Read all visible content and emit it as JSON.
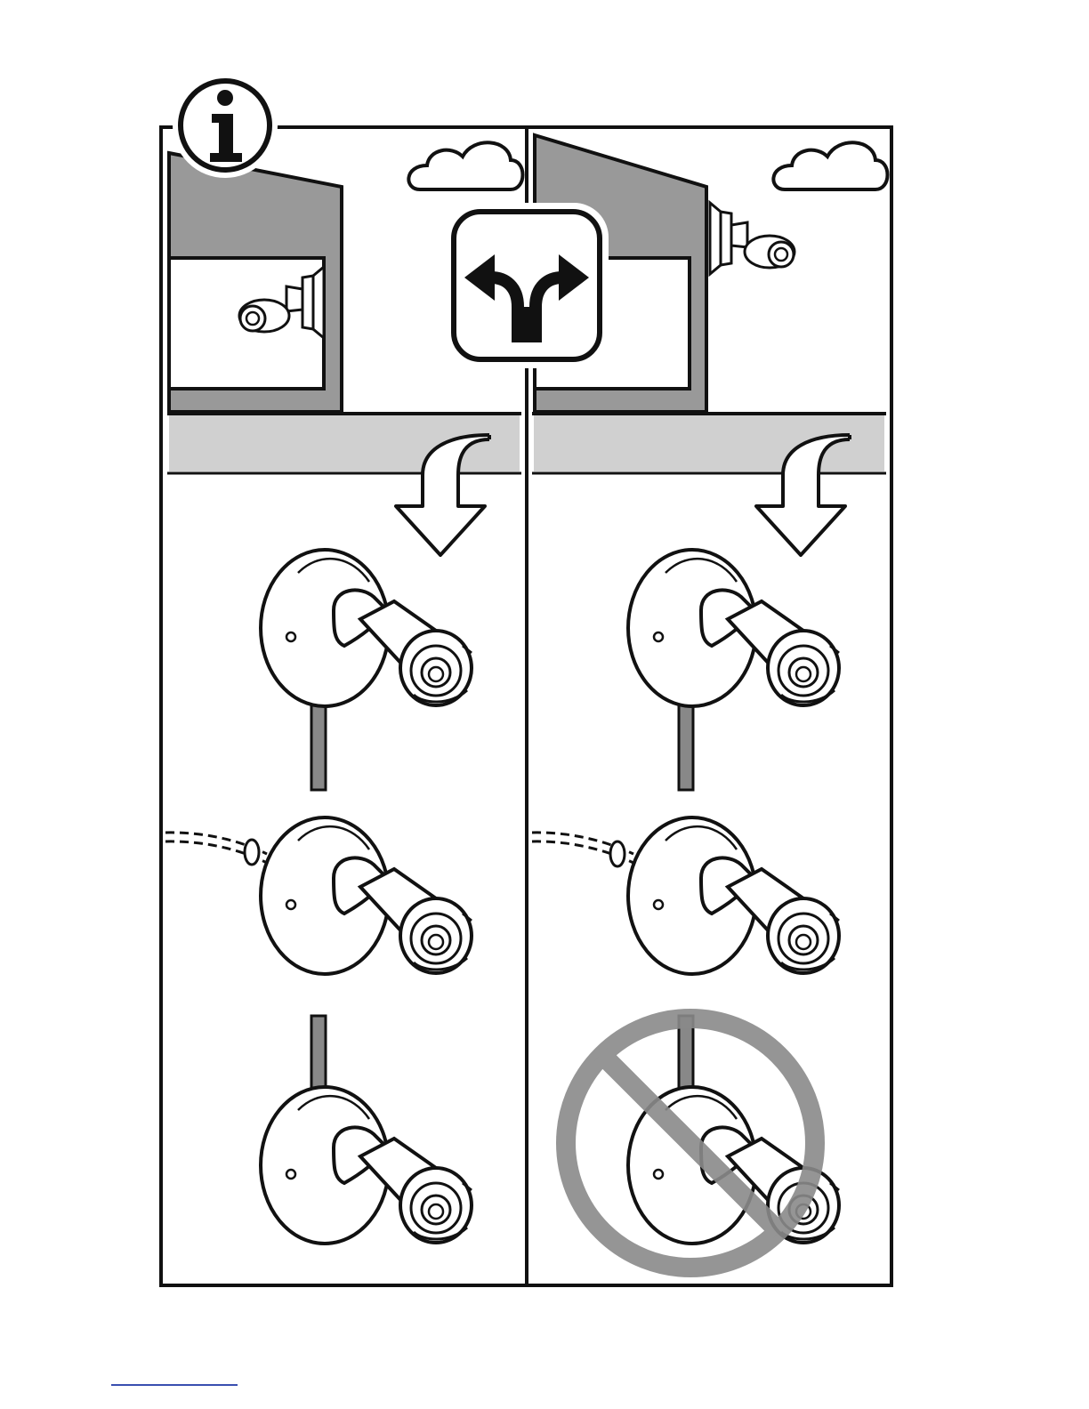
{
  "page": {
    "type": "installation-instruction-illustration",
    "colors": {
      "line": "#111111",
      "wall": "#999999",
      "ground": "#d0d0d0",
      "prohibited": "#8a8a8a",
      "footer_rule": "#3a4fb0"
    }
  },
  "icons": {
    "info": "info-icon",
    "choice": "fork-arrows-icon",
    "prohibited": "prohibited-icon"
  },
  "panels": [
    {
      "id": "under-eave",
      "scene": "camera-under-overhang",
      "steps": [
        "cable-down-from-top",
        "cable-through-wall-from-side",
        "cable-down-from-top"
      ],
      "prohibited_step": null
    },
    {
      "id": "exposed-wall",
      "scene": "camera-on-exposed-wall",
      "steps": [
        "cable-down-from-top",
        "cable-through-wall-from-side",
        "cable-up-from-bottom"
      ],
      "prohibited_step": 3
    }
  ]
}
